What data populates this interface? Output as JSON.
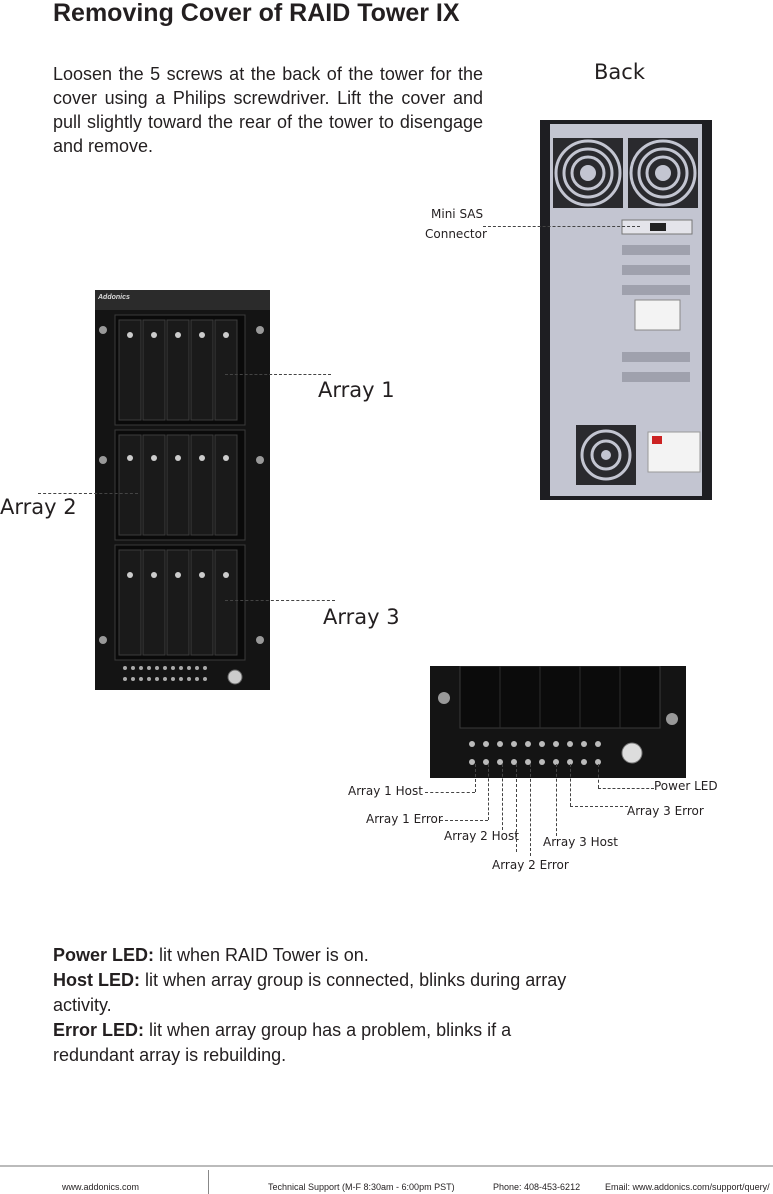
{
  "title": "Removing Cover of RAID Tower IX",
  "intro": "Loosen the 5 screws at the back of the tower for the cover using a Philips screwdriver. Lift the cover and pull slightly toward the rear of the tower to disengage and remove.",
  "back_label": "Back",
  "mini_sas_label_1": "Mini SAS",
  "mini_sas_label_2": "Connector",
  "front_brand": "Addonics",
  "array_labels": {
    "array1": "Array 1",
    "array2": "Array 2",
    "array3": "Array 3"
  },
  "led_labels": {
    "array1_host": "Array 1 Host",
    "array1_error": "Array 1 Error",
    "array2_host": "Array 2 Host",
    "array2_error": "Array 2 Error",
    "array3_host": "Array 3 Host",
    "array3_error": "Array 3 Error",
    "power_led": "Power LED"
  },
  "legend": {
    "power_term": "Power LED:",
    "power_desc": " lit when RAID Tower is on.",
    "host_term": "Host LED:",
    "host_desc": " lit when array group is connected, blinks during array activity.",
    "error_term": "Error LED:",
    "error_desc": " lit when array group has a problem, blinks if a redundant array is rebuilding."
  },
  "footer": {
    "website": "www.addonics.com",
    "support": "Technical Support (M-F 8:30am - 6:00pm PST)",
    "phone": "Phone: 408-453-6212",
    "email": "Email: www.addonics.com/support/query/"
  }
}
